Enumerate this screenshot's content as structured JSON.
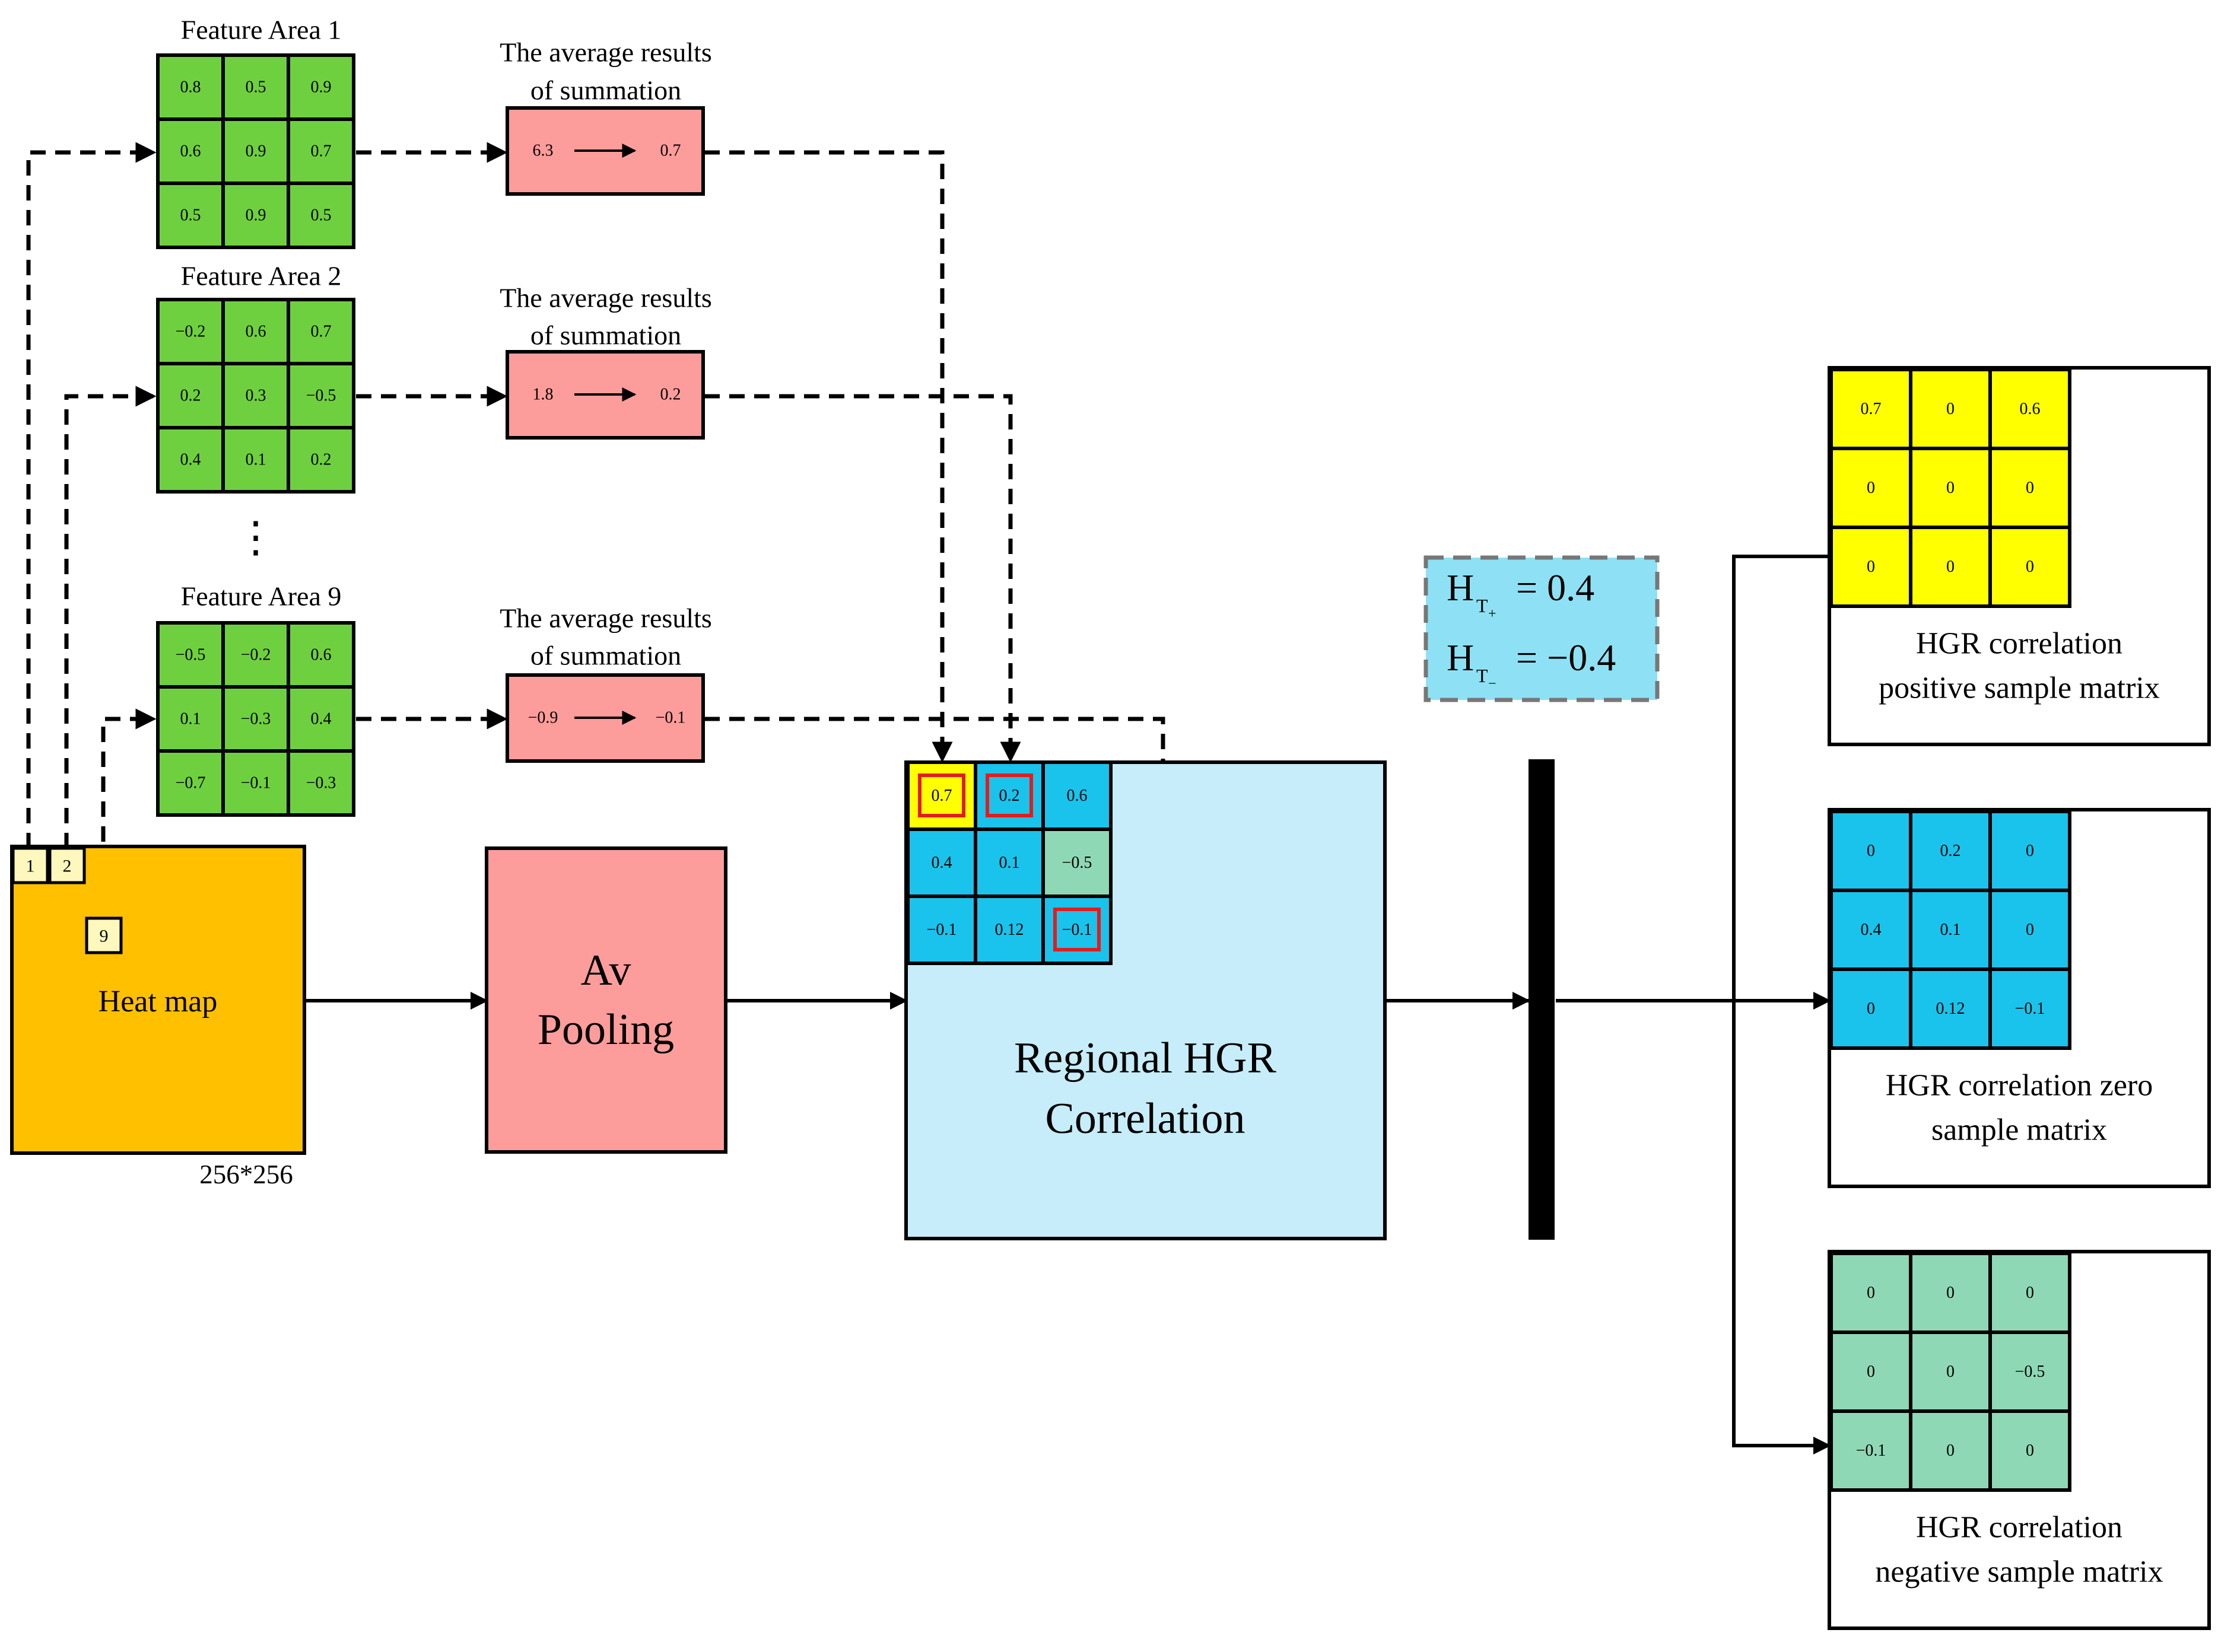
{
  "colors": {
    "green": "#6fd03f",
    "pink": "#fd9d9b",
    "orange": "#ffc000",
    "light_blue": "#c6edf9",
    "cyan": "#19c3ec",
    "yellow": "#ffff00",
    "mint": "#8fd8b5",
    "sky": "#8ee1f4",
    "pale_yellow": "#fff8bd",
    "red": "#e51b1b"
  },
  "feature_areas": [
    {
      "title": "Feature Area 1",
      "cells": [
        "0.8",
        "0.5",
        "0.9",
        "0.6",
        "0.9",
        "0.7",
        "0.5",
        "0.9",
        "0.5"
      ],
      "avg_title": [
        "The average results",
        "of summation"
      ],
      "sum": "6.3",
      "avg": "0.7"
    },
    {
      "title": "Feature Area 2",
      "cells": [
        "−0.2",
        "0.6",
        "0.7",
        "0.2",
        "0.3",
        "−0.5",
        "0.4",
        "0.1",
        "0.2"
      ],
      "avg_title": [
        "The average results",
        "of summation"
      ],
      "sum": "1.8",
      "avg": "0.2"
    },
    {
      "title": "Feature Area 9",
      "cells": [
        "−0.5",
        "−0.2",
        "0.6",
        "0.1",
        "−0.3",
        "0.4",
        "−0.7",
        "−0.1",
        "−0.3"
      ],
      "avg_title": [
        "The average results",
        "of summation"
      ],
      "sum": "−0.9",
      "avg": "−0.1"
    }
  ],
  "ellipsis": "⋮",
  "heatmap": {
    "label": "Heat map",
    "size": "256*256",
    "tiles": [
      "1",
      "2",
      "9"
    ]
  },
  "pooling": {
    "label_lines": [
      "Av",
      "Pooling"
    ]
  },
  "regional": {
    "label_lines": [
      "Regional HGR",
      "Correlation"
    ],
    "cells": [
      "0.7",
      "0.2",
      "0.6",
      "0.4",
      "0.1",
      "−0.5",
      "−0.1",
      "0.12",
      "−0.1"
    ]
  },
  "thresholds": {
    "pos": {
      "base": "H",
      "sub": "T",
      "subsub": "+",
      "value": "= 0.4"
    },
    "neg": {
      "base": "H",
      "sub": "T",
      "subsub": "−",
      "value": "= −0.4"
    }
  },
  "outputs": [
    {
      "cells": [
        "0.7",
        "0",
        "0.6",
        "0",
        "0",
        "0",
        "0",
        "0",
        "0"
      ],
      "label_lines": [
        "HGR correlation",
        "positive sample matrix"
      ]
    },
    {
      "cells": [
        "0",
        "0.2",
        "0",
        "0.4",
        "0.1",
        "0",
        "0",
        "0.12",
        "−0.1"
      ],
      "label_lines": [
        "HGR correlation zero",
        "sample matrix"
      ]
    },
    {
      "cells": [
        "0",
        "0",
        "0",
        "0",
        "0",
        "−0.5",
        "−0.1",
        "0",
        "0"
      ],
      "label_lines": [
        "HGR correlation",
        "negative sample matrix"
      ]
    }
  ]
}
